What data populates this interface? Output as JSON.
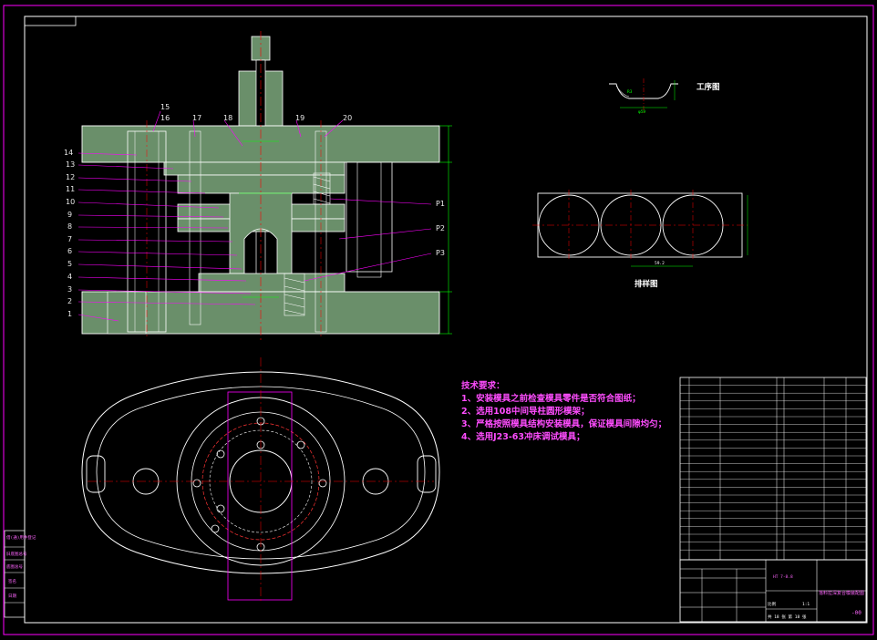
{
  "colors": {
    "background": "#000000",
    "frame": "#ff00ff",
    "section_fill": "#6a8f6a",
    "outline": "#ffffff",
    "centerline": "#ff0000",
    "dimension": "#00ff00",
    "leader": "#ff00ff",
    "text_magenta": "#ff4dff",
    "text_white": "#ffffff"
  },
  "labels": {
    "process_drawing": "工序图",
    "layout_drawing": "排样图",
    "layout_dim": "59.2",
    "process_dim": "φ59"
  },
  "part_numbers_left": [
    "14",
    "13",
    "12",
    "11",
    "10",
    "9",
    "8",
    "7",
    "6",
    "5",
    "4",
    "3",
    "2",
    "1"
  ],
  "part_numbers_top": [
    "15",
    "16",
    "17",
    "18",
    "19",
    "20"
  ],
  "part_numbers_right": [
    "P1",
    "P2",
    "P3"
  ],
  "tech_requirements": {
    "title": "技术要求：",
    "items": [
      "1、安装模具之前检查模具零件是否符合图纸；",
      "2、选用108中间导柱圆形模架；",
      "3、严格按照模具结构安装模具，保证模具间隙均匀；",
      "4、选用J23-63冲床调试模具；"
    ]
  },
  "left_stamp": [
    "借(通)用件登记",
    "旧底图总号",
    "底图总号",
    "签名",
    "日期"
  ],
  "title_block": {
    "drawing_name": "落料拉深复合模装配图",
    "scale_label": "比例",
    "scale": "1:1",
    "sheets": "共 18 张   第 18 张",
    "drawing_no": "-00",
    "material": "HT 7-8.8"
  }
}
